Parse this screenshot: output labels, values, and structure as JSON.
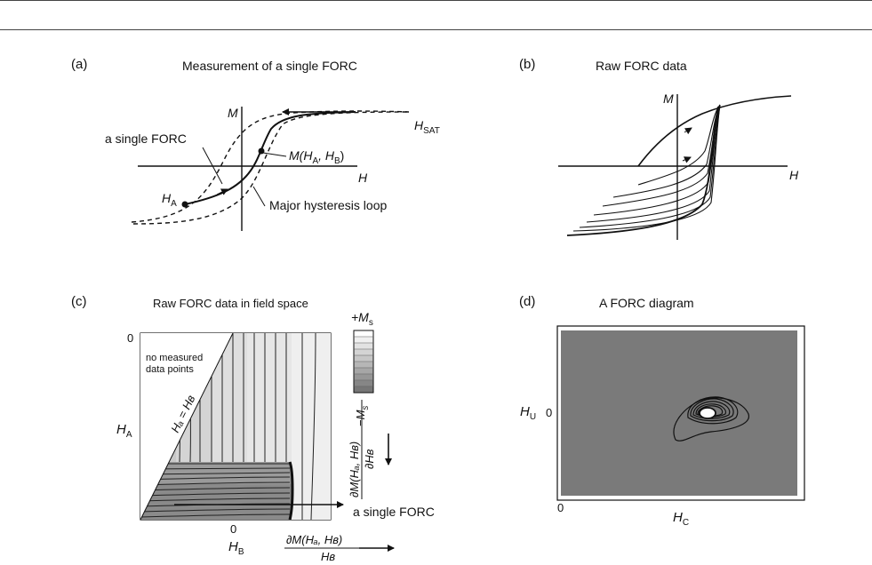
{
  "panels": {
    "a": {
      "letter": "(a)",
      "title": "Measurement of a single FORC",
      "labels": {
        "m_axis": "M",
        "h_axis": "H",
        "h_sat_main": "H",
        "h_sat_sub": "SAT",
        "single_forc": "a single FORC",
        "m_point": "M(H",
        "m_point_sub_a": "A",
        "m_point_mid": ", H",
        "m_point_sub_b": "B",
        "m_point_end": ")",
        "h_a_main": "H",
        "h_a_sub": "A",
        "major_loop": "Major hysteresis loop"
      }
    },
    "b": {
      "letter": "(b)",
      "title": "Raw FORC data",
      "labels": {
        "m_axis": "M",
        "h_axis": "H"
      }
    },
    "c": {
      "letter": "(c)",
      "title": "Raw FORC data in field space",
      "labels": {
        "zero_left": "0",
        "zero_bottom": "0",
        "no_data_1": "no measured",
        "no_data_2": "data points",
        "diag_label": "Hₐ = Hʙ",
        "h_a_main": "H",
        "h_a_sub": "A",
        "h_b_main": "H",
        "h_b_sub": "B",
        "plus_ms": "+M",
        "minus_ms": "−M",
        "ms_sub": "s",
        "deriv_v_num": "∂M(Hₐ, Hʙ)",
        "deriv_v_den": "∂Hʙ",
        "single_forc": "a single FORC",
        "deriv_h_num": "∂M(Hₐ, Hʙ)",
        "deriv_h_den": "Hʙ"
      }
    },
    "d": {
      "letter": "(d)",
      "title": "A FORC diagram",
      "labels": {
        "h_u_main": "H",
        "h_u_sub": "U",
        "zero_left": "0",
        "zero_bottom": "0",
        "h_c_main": "H",
        "h_c_sub": "C"
      }
    }
  },
  "colors": {
    "line": "#111111",
    "forc_background": "#7a7a7a",
    "field_space_light": "#e6e6e6",
    "field_space_dark": "#8c8c8c"
  }
}
